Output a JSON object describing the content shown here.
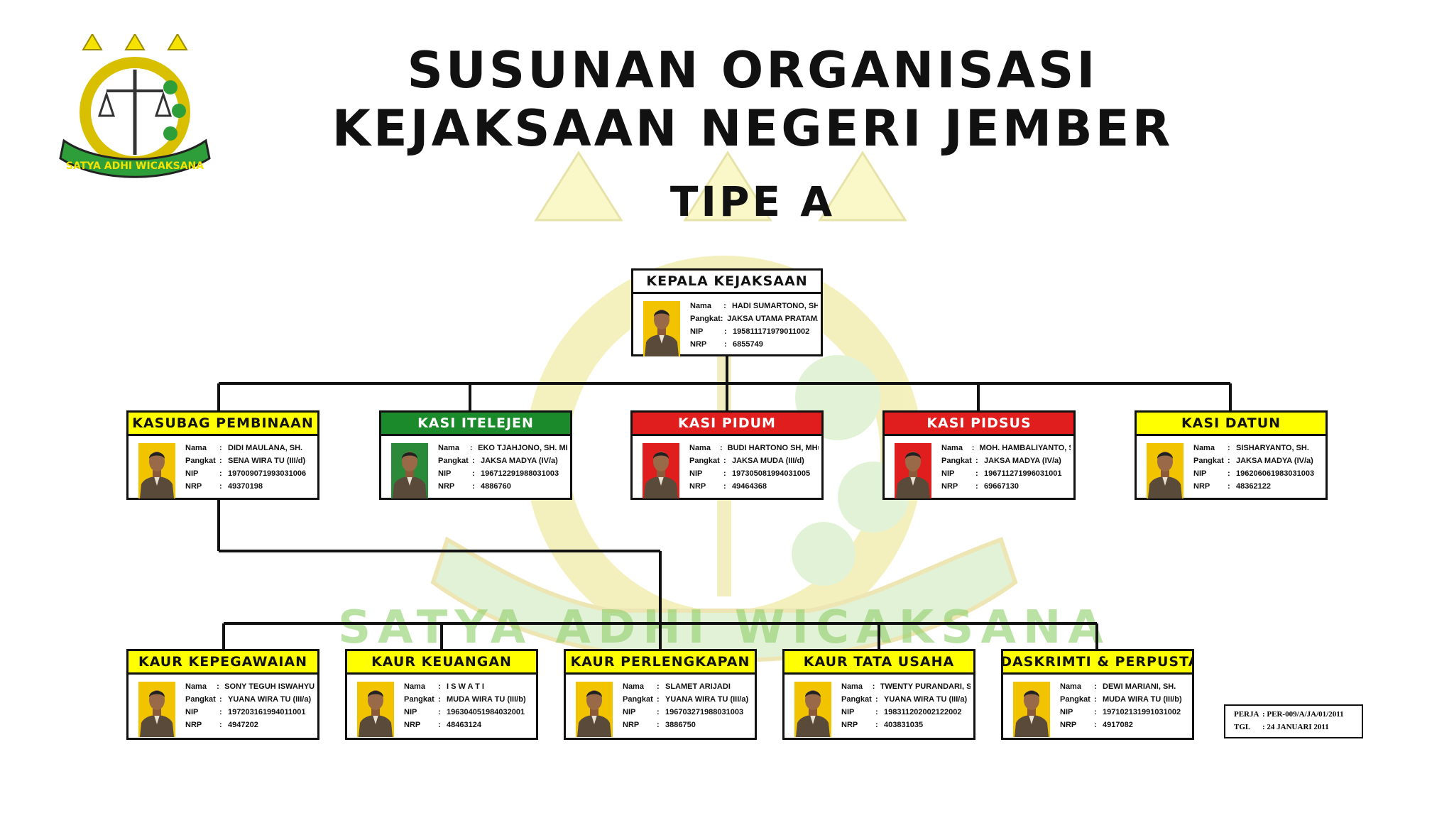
{
  "header": {
    "line1": "SUSUNAN ORGANISASI",
    "line2": "KEJAKSAAN NEGERI JEMBER",
    "line3": "TIPE A"
  },
  "logo": {
    "motto": "SATYA ADHI WICAKSANA",
    "icon": "kejaksaan-emblem-icon",
    "colors": {
      "green": "#2e9e3a",
      "yellow": "#f5e200",
      "gold": "#d8c000"
    }
  },
  "watermark": {
    "motto": "SATYA ADHI WICAKSANA"
  },
  "field_labels": {
    "nama": "Nama",
    "pangkat": "Pangkat",
    "nip": "NIP",
    "nrp": "NRP",
    "sep": ":"
  },
  "chief": {
    "title": "KEPALA KEJAKSAAN",
    "nama": "HADI SUMARTONO, SH",
    "pangkat": "JAKSA UTAMA PRATAMA (IV/b)",
    "nip": "195811171979011002",
    "nrp": "6855749",
    "photo_bg": "#f2c400"
  },
  "sections": [
    {
      "title": "KASUBAG PEMBINAAN",
      "head_bg": "#ffff00",
      "head_color": "#111111",
      "nama": "DIDI MAULANA, SH.",
      "pangkat": "SENA WIRA TU (III/d)",
      "nip": "197009071993031006",
      "nrp": "49370198",
      "photo_bg": "#f2c400"
    },
    {
      "title": "KASI ITELEJEN",
      "head_bg": "#1a8a2a",
      "head_color": "#ffffff",
      "nama": "EKO TJAHJONO, SH. MH.",
      "pangkat": "JAKSA MADYA (IV/a)",
      "nip": "196712291988031003",
      "nrp": "4886760",
      "photo_bg": "#2a8a3a"
    },
    {
      "title": "KASI PIDUM",
      "head_bg": "#e01e1e",
      "head_color": "#ffffff",
      "nama": "BUDI HARTONO SH, MHum",
      "pangkat": "JAKSA MUDA (III/d)",
      "nip": "197305081994031005",
      "nrp": "49464368",
      "photo_bg": "#e01e1e"
    },
    {
      "title": "KASI PIDSUS",
      "head_bg": "#e01e1e",
      "head_color": "#ffffff",
      "nama": "MOH. HAMBALIYANTO, SH.",
      "pangkat": "JAKSA MADYA (IV/a)",
      "nip": "196711271996031001",
      "nrp": "69667130",
      "photo_bg": "#e01e1e"
    },
    {
      "title": "KASI DATUN",
      "head_bg": "#ffff00",
      "head_color": "#111111",
      "nama": "SISHARYANTO, SH.",
      "pangkat": "JAKSA MADYA (IV/a)",
      "nip": "196206061983031003",
      "nrp": "48362122",
      "photo_bg": "#f2c400"
    }
  ],
  "subsections": [
    {
      "title": "KAUR KEPEGAWAIAN",
      "nama": "SONY TEGUH ISWAHYUDI",
      "pangkat": "YUANA WIRA TU (III/a)",
      "nip": "197203161994011001",
      "nrp": "4947202",
      "photo_bg": "#f2c400"
    },
    {
      "title": "KAUR KEUANGAN",
      "nama": "I S W A T I",
      "pangkat": "MUDA WIRA TU (III/b)",
      "nip": "196304051984032001",
      "nrp": "48463124",
      "photo_bg": "#f2c400"
    },
    {
      "title": "KAUR PERLENGKAPAN",
      "nama": "SLAMET ARIJADI",
      "pangkat": "YUANA WIRA TU (III/a)",
      "nip": "196703271988031003",
      "nrp": "3886750",
      "photo_bg": "#f2c400"
    },
    {
      "title": "KAUR TATA USAHA",
      "nama": "TWENTY PURANDARI, SH.",
      "pangkat": "YUANA WIRA TU (III/a)",
      "nip": "198311202002122002",
      "nrp": "403831035",
      "photo_bg": "#f2c400"
    },
    {
      "title": "KAUR DASKRIMTI & PERPUSTAKAAN",
      "nama": "DEWI MARIANI, SH.",
      "pangkat": "MUDA WIRA TU (III/b)",
      "nip": "197102131991031002",
      "nrp": "4917082",
      "photo_bg": "#f2c400"
    }
  ],
  "subsection_head_bg": "#ffff00",
  "footer": {
    "perja_label": "PERJA",
    "perja_value": ": PER-009/A/JA/01/2011",
    "tgl_label": "TGL",
    "tgl_value": ": 24 JANUARI 2011"
  }
}
